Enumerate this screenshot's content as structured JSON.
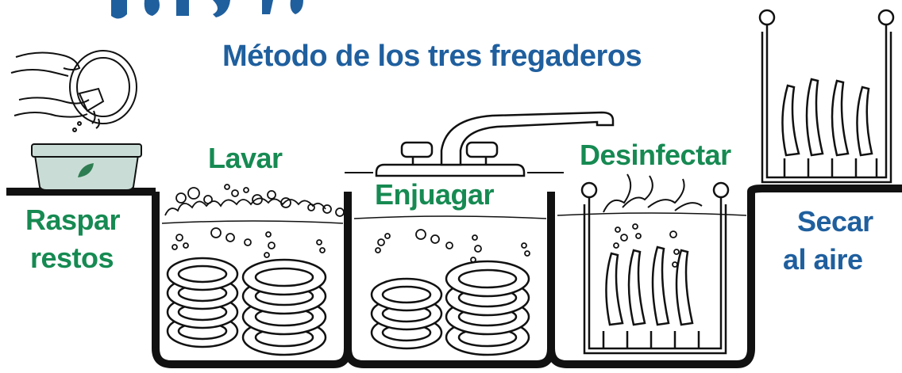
{
  "top_fragment": "",
  "title": "Método de los tres fregaderos",
  "steps": {
    "scrape": [
      "Raspar",
      "restos"
    ],
    "wash": "Lavar",
    "rinse": "Enjuagar",
    "sanitize": "Desinfectar",
    "dry": [
      "Secar",
      "al aire"
    ]
  },
  "colors": {
    "title": "#1f5f9e",
    "step_green": "#168a52",
    "step_blue": "#1f5f9e",
    "container": "#c9ddd6",
    "leaf": "#2e7d52",
    "ink": "#111111"
  }
}
